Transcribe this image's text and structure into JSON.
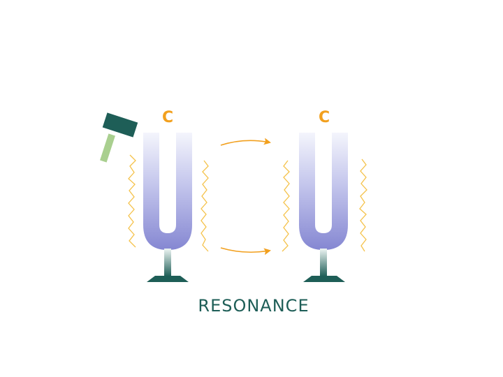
{
  "diagram": {
    "title": "RESONANCE",
    "left_fork_note": "C",
    "right_fork_note": "C"
  },
  "colors": {
    "fork_top": "#F2F3FB",
    "fork_bottom": "#8F91D6",
    "stem_top": "#F0F6F5",
    "stem_bottom": "#1E5E57",
    "base": "#1E5E57",
    "vibration": "#F5C24A",
    "arrow": "#F2A01E",
    "hammer_head": "#1E5E57",
    "hammer_handle": "#A9CF8F",
    "title_text": "#1E5E57"
  },
  "icons": {
    "hammer": "hammer-icon",
    "fork": "tuning-fork-icon",
    "arrow": "arrow-right-icon",
    "vibration": "zigzag-wave-icon"
  }
}
